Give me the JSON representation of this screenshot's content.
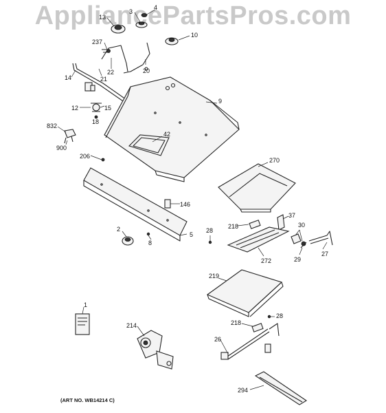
{
  "watermark": "AppliancePartsPros.com",
  "art_number": "(ART NO. WB14214 C)",
  "callouts": [
    {
      "id": "3",
      "text": "3"
    },
    {
      "id": "4",
      "text": "4"
    },
    {
      "id": "13",
      "text": "13"
    },
    {
      "id": "10",
      "text": "10"
    },
    {
      "id": "237",
      "text": "237"
    },
    {
      "id": "22",
      "text": "22"
    },
    {
      "id": "20",
      "text": "20"
    },
    {
      "id": "14",
      "text": "14"
    },
    {
      "id": "21",
      "text": "21"
    },
    {
      "id": "9",
      "text": "9"
    },
    {
      "id": "12",
      "text": "12"
    },
    {
      "id": "15",
      "text": "15"
    },
    {
      "id": "18",
      "text": "18"
    },
    {
      "id": "832",
      "text": "832"
    },
    {
      "id": "900",
      "text": "900"
    },
    {
      "id": "42",
      "text": "42"
    },
    {
      "id": "206",
      "text": "206"
    },
    {
      "id": "270",
      "text": "270"
    },
    {
      "id": "146",
      "text": "146"
    },
    {
      "id": "37",
      "text": "37"
    },
    {
      "id": "218a",
      "text": "218"
    },
    {
      "id": "30",
      "text": "30"
    },
    {
      "id": "28a",
      "text": "28"
    },
    {
      "id": "2",
      "text": "2"
    },
    {
      "id": "8",
      "text": "8"
    },
    {
      "id": "5",
      "text": "5"
    },
    {
      "id": "272",
      "text": "272"
    },
    {
      "id": "29",
      "text": "29"
    },
    {
      "id": "27",
      "text": "27"
    },
    {
      "id": "219",
      "text": "219"
    },
    {
      "id": "1",
      "text": "1"
    },
    {
      "id": "214",
      "text": "214"
    },
    {
      "id": "218b",
      "text": "218"
    },
    {
      "id": "28b",
      "text": "28"
    },
    {
      "id": "26",
      "text": "26"
    },
    {
      "id": "294",
      "text": "294"
    }
  ]
}
